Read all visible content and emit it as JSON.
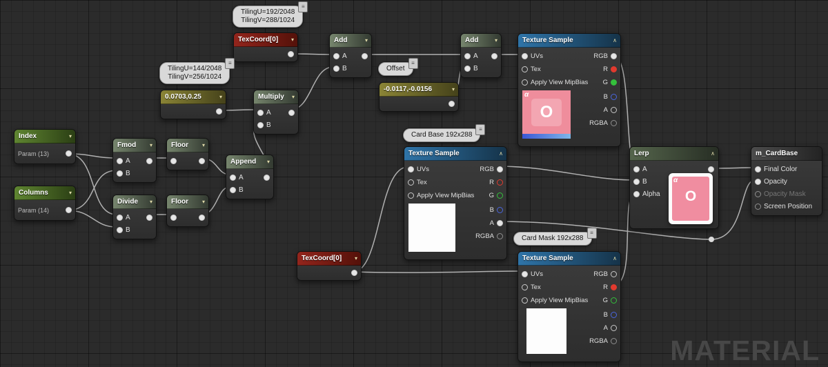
{
  "watermark": "MATERIAL",
  "icons": {
    "chevron_down": "▾",
    "chevron_up": "∧",
    "comment_grip": "≡"
  },
  "labels": {
    "a": "A",
    "b": "B",
    "alpha": "Alpha"
  },
  "preview": {
    "alpha": "α",
    "letter": "O"
  },
  "comments": {
    "tiling_atlas": {
      "line1": "TilingU=192/2048",
      "line2": "TilingV=288/1024"
    },
    "tiling_card": {
      "line1": "TilingU=144/2048",
      "line2": "TilingV=256/1024"
    },
    "offset": {
      "label": "Offset"
    },
    "card_base": {
      "label": "Card Base 192x288"
    },
    "card_mask": {
      "label": "Card Mask 192x288"
    }
  },
  "texsample": {
    "title": "Texture Sample",
    "inputs": {
      "uvs": "UVs",
      "tex": "Tex",
      "mip": "Apply View MipBias"
    },
    "outputs": {
      "rgb": "RGB",
      "r": "R",
      "g": "G",
      "b": "B",
      "a": "A",
      "rgba": "RGBA"
    }
  },
  "nodes": {
    "texcoord_top": {
      "title": "TexCoord[0]"
    },
    "texcoord_bottom": {
      "title": "TexCoord[0]"
    },
    "add_1": {
      "title": "Add"
    },
    "add_2": {
      "title": "Add"
    },
    "multiply": {
      "title": "Multiply"
    },
    "fmod": {
      "title": "Fmod"
    },
    "divide": {
      "title": "Divide"
    },
    "floor_top": {
      "title": "Floor"
    },
    "floor_bottom": {
      "title": "Floor"
    },
    "append": {
      "title": "Append"
    },
    "const_tiling": {
      "title": "0.0703,0.25"
    },
    "const_offset": {
      "title": "-0.0117,-0.0156"
    },
    "param_index": {
      "title": "Index",
      "subtitle": "Param (13)"
    },
    "param_columns": {
      "title": "Columns",
      "subtitle": "Param (14)"
    },
    "lerp": {
      "title": "Lerp"
    },
    "result": {
      "title": "m_CardBase",
      "inputs": [
        "Final Color",
        "Opacity",
        "Opacity Mask",
        "Screen Position"
      ]
    }
  },
  "colors": {
    "background": "#2b2b2b",
    "header_texture_sample": "#2f74a8",
    "header_texcoord": "#93251c",
    "header_constant": "#8a8436",
    "header_parameter": "#5f8531",
    "header_math": "#77876f",
    "header_result": "#4a4a4a",
    "wire": "#c4c4c4",
    "preview_pink": "#ef8d9c",
    "pin_r": "#e23a2e",
    "pin_g": "#35c13c",
    "pin_b": "#4a66e0"
  }
}
